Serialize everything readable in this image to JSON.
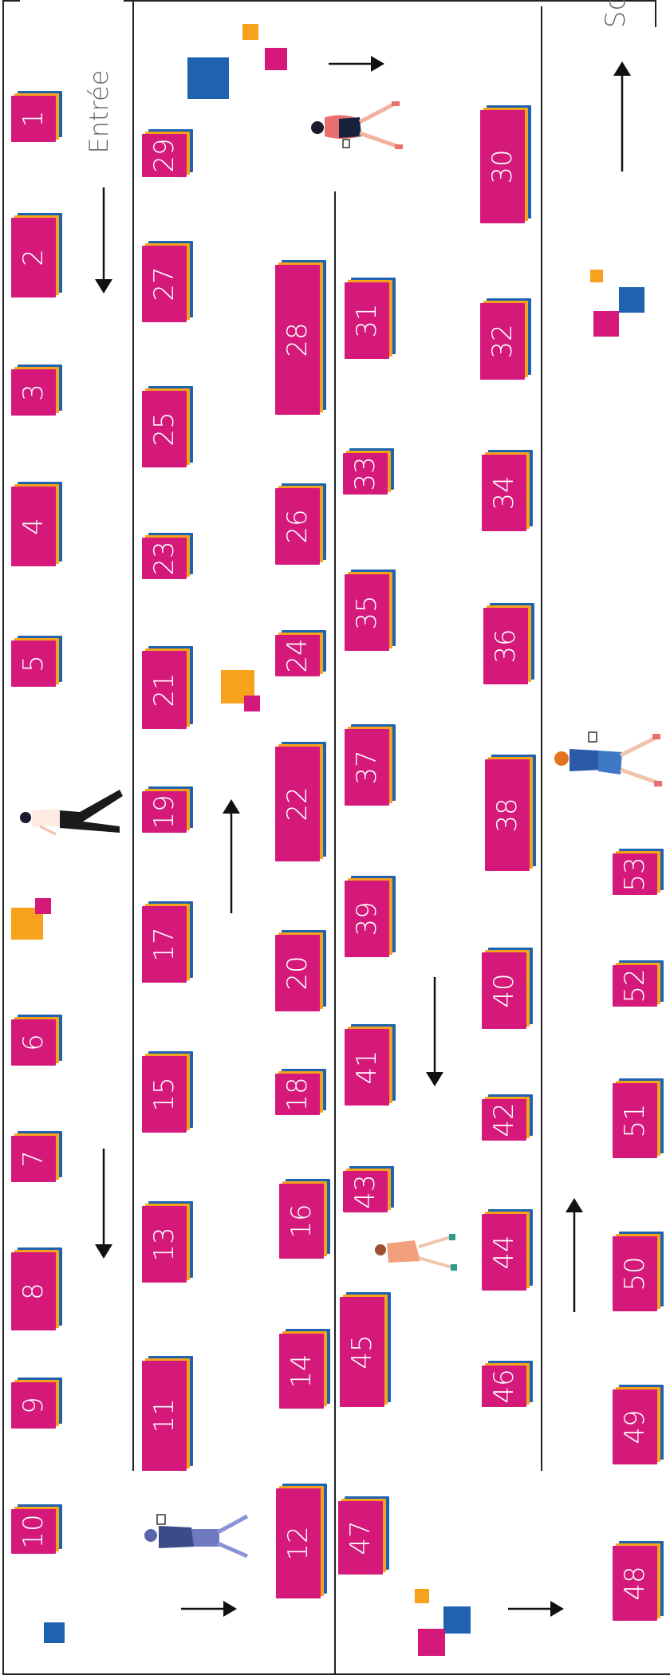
{
  "labels": {
    "entrance": "Entrée",
    "exit": "So"
  },
  "colors": {
    "magenta": "#d4197b",
    "orange": "#f7a21b",
    "blue": "#1f63b0",
    "wall": "#222222",
    "text": "#666666"
  },
  "stands": {
    "s1": "1",
    "s2": "2",
    "s3": "3",
    "s4": "4",
    "s5": "5",
    "s6": "6",
    "s7": "7",
    "s8": "8",
    "s9": "9",
    "s10": "10",
    "s11": "11",
    "s12": "12",
    "s13": "13",
    "s14": "14",
    "s15": "15",
    "s16": "16",
    "s17": "17",
    "s18": "18",
    "s19": "19",
    "s20": "20",
    "s21": "21",
    "s22": "22",
    "s23": "23",
    "s24": "24",
    "s25": "25",
    "s26": "26",
    "s27": "27",
    "s28": "28",
    "s29": "29",
    "s30": "30",
    "s31": "31",
    "s32": "32",
    "s33": "33",
    "s34": "34",
    "s35": "35",
    "s36": "36",
    "s37": "37",
    "s38": "38",
    "s39": "39",
    "s40": "40",
    "s41": "41",
    "s42": "42",
    "s43": "43",
    "s44": "44",
    "s45": "45",
    "s46": "46",
    "s47": "47",
    "s48": "48",
    "s49": "49",
    "s50": "50",
    "s51": "51",
    "s52": "52",
    "s53": "53"
  },
  "icons": {
    "arrow": "arrow-icon",
    "person": "person-icon",
    "square": "decorative-square"
  }
}
